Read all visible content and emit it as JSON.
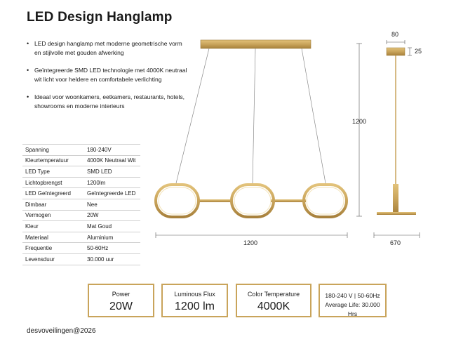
{
  "title": "LED Design Hanglamp",
  "bullets": [
    "LED design hanglamp met moderne geometrische vorm en stijlvolle met gouden afwerking",
    "Geïntegreerde SMD LED technologie met 4000K neutraal wit licht voor heldere en comfortabele verlichting",
    "Ideaal voor woonkamers, eetkamers, restaurants, hotels, showrooms en moderne interieurs"
  ],
  "specs": [
    {
      "key": "Spanning",
      "value": "180-240V"
    },
    {
      "key": "Kleurtemperatuur",
      "value": "4000K Neutraal Wit"
    },
    {
      "key": "LED Type",
      "value": "SMD LED"
    },
    {
      "key": "Lichtopbrengst",
      "value": "1200lm"
    },
    {
      "key": "LED Geïntegreerd",
      "value": "Geïntegreerde LED"
    },
    {
      "key": "Dimbaar",
      "value": "Nee"
    },
    {
      "key": "Vermogen",
      "value": "20W"
    },
    {
      "key": "Kleur",
      "value": "Mat Goud"
    },
    {
      "key": "Materiaal",
      "value": "Aluminium"
    },
    {
      "key": "Frequentie",
      "value": "50-60Hz"
    },
    {
      "key": "Levensduur",
      "value": "30.000 uur"
    }
  ],
  "dimensions": {
    "height": "1200",
    "width": "1200",
    "side_width": "670",
    "canopy_width": "80",
    "canopy_height": "25"
  },
  "features": {
    "power": {
      "label": "Power",
      "value": "20W"
    },
    "flux": {
      "label": "Luminous Flux",
      "value": "1200 lm"
    },
    "color_temp": {
      "label": "Color Temperature",
      "value": "4000K"
    },
    "voltage_line": "180-240 V | 50-60Hz",
    "life_line": "Average Life: 30.000 Hrs"
  },
  "footer": "desvoveilingen@2026",
  "colors": {
    "gold": "#c9a45b",
    "gold_dark": "#a8813c"
  }
}
